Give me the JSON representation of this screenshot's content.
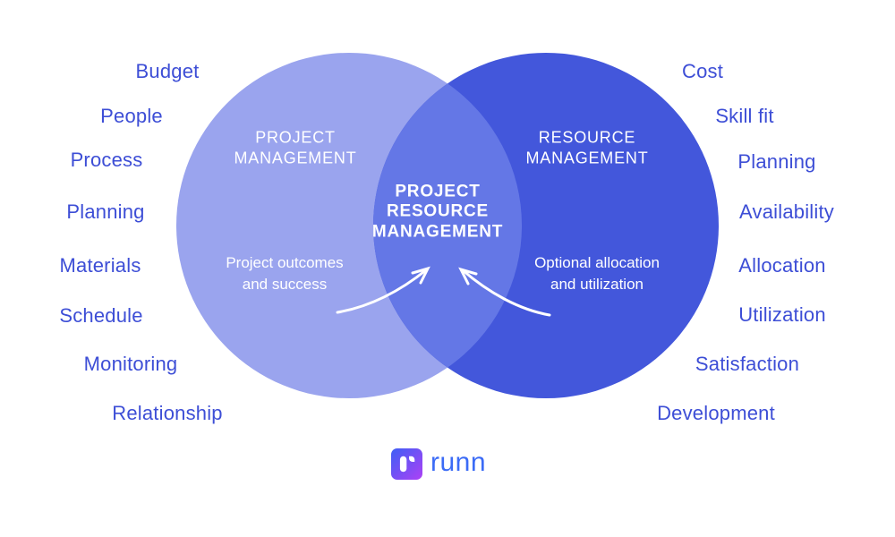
{
  "colors": {
    "background": "#ffffff",
    "left_circle": "#9AA4EE",
    "right_circle": "#4357DB",
    "overlap": "#6477E6",
    "term_text": "#3D4ED6",
    "circle_text": "#ffffff",
    "arrow": "#ffffff",
    "logo_text": "#3B6BF6",
    "logo_gradient_start": "#3E5EF5",
    "logo_gradient_end": "#AD41F5"
  },
  "venn": {
    "left_circle": {
      "label": [
        "PROJECT",
        "MANAGEMENT"
      ],
      "sublabel": [
        "Project outcomes",
        "and success"
      ]
    },
    "right_circle": {
      "label": [
        "RESOURCE",
        "MANAGEMENT"
      ],
      "sublabel": [
        "Optional allocation",
        "and utilization"
      ]
    },
    "overlap": {
      "label": [
        "PROJECT",
        "RESOURCE",
        "MANAGEMENT"
      ]
    },
    "left_terms": [
      "Budget",
      "People",
      "Process",
      "Planning",
      "Materials",
      "Schedule",
      "Monitoring",
      "Relationship"
    ],
    "right_terms": [
      "Cost",
      "Skill fit",
      "Planning",
      "Availability",
      "Allocation",
      "Utilization",
      "Satisfaction",
      "Development"
    ]
  },
  "logo": {
    "wordmark": "runn"
  }
}
